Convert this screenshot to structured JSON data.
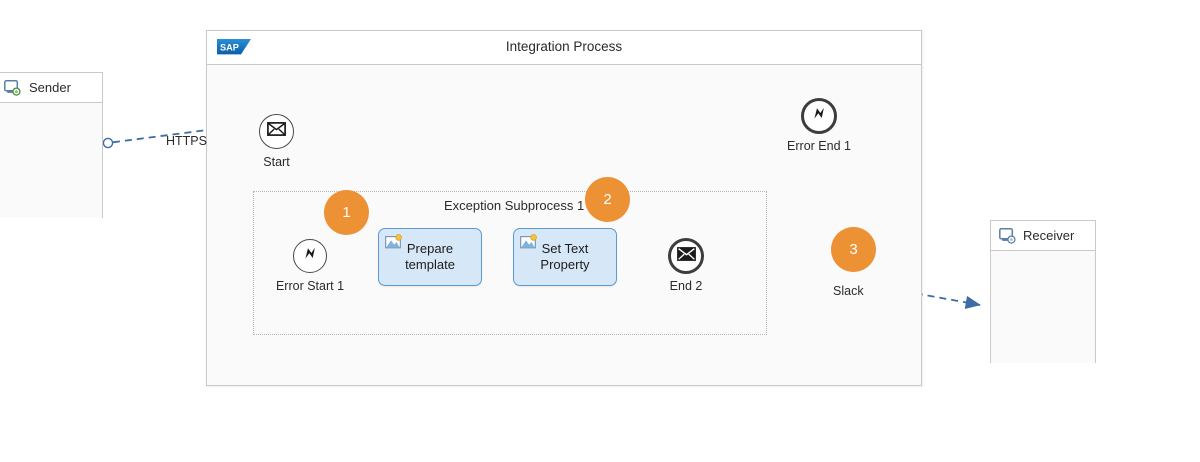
{
  "diagram": {
    "type": "bpmn-integration-flow",
    "accent_orange": "#ed9135",
    "task_fill": "#d6e8f8",
    "task_border": "#5b9bd5",
    "flow_color": "#4a7ebb",
    "message_flow_color": "#3c6ea5"
  },
  "sender": {
    "title": "Sender",
    "icon": "system-monitor-icon"
  },
  "receiver": {
    "title": "Receiver",
    "icon": "system-monitor-icon"
  },
  "pool": {
    "title": "Integration Process",
    "logo": "sap-logo"
  },
  "events": {
    "start": {
      "label": "Start",
      "icon": "envelope-icon"
    },
    "error_end_1": {
      "label": "Error End 1",
      "icon": "error-bolt-icon"
    },
    "error_start_1": {
      "label": "Error Start 1",
      "icon": "error-bolt-icon"
    },
    "end_2": {
      "label": "End 2",
      "icon": "envelope-icon"
    }
  },
  "subprocess": {
    "title": "Exception Subprocess 1"
  },
  "tasks": [
    {
      "label": "Prepare template",
      "line1": "Prepare",
      "line2": "template",
      "icon": "image-task-icon"
    },
    {
      "label": "Set Text Property",
      "line1": "Set Text",
      "line2": "Property",
      "icon": "image-task-icon"
    }
  ],
  "message_flows": [
    {
      "label": "HTTPS"
    },
    {
      "label": "Slack"
    }
  ],
  "badges": [
    {
      "number": "1"
    },
    {
      "number": "2"
    },
    {
      "number": "3"
    }
  ]
}
